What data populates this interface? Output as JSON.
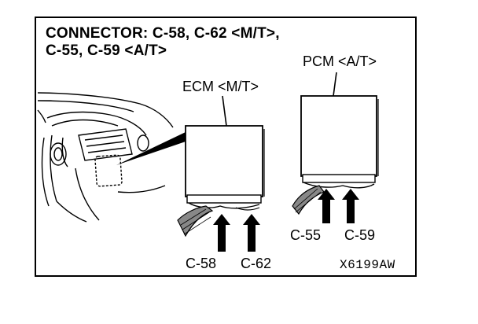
{
  "title": {
    "line1": "CONNECTOR: C-58, C-62 <M/T>,",
    "line2": "C-55, C-59 <A/T>"
  },
  "modules": {
    "pcm": "PCM <A/T>",
    "ecm": "ECM <M/T>"
  },
  "connectors": {
    "c55": "C-55",
    "c59": "C-59",
    "c58": "C-58",
    "c62": "C-62"
  },
  "figure_code": "X6199AW"
}
